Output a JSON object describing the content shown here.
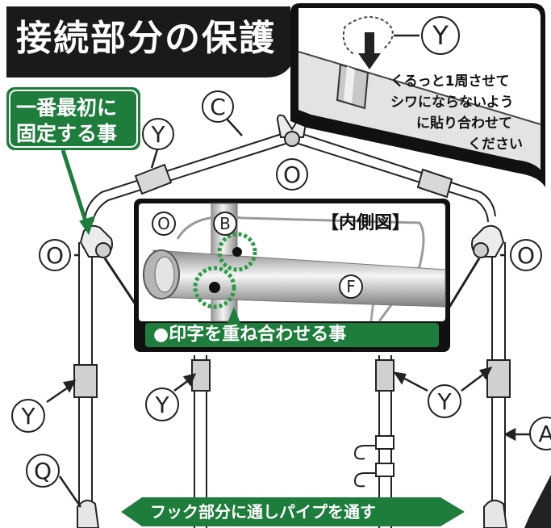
{
  "title": "接続部分の保護",
  "inset_top": {
    "letter": "Y",
    "lines": [
      "くるっと1周させて",
      "シワにならないよう",
      "に貼り合わせて",
      "ください"
    ]
  },
  "note_first": {
    "lines": [
      "一番最初に",
      "固定する事"
    ]
  },
  "inner_view": {
    "title": "【内側図】",
    "label_o": "O",
    "label_b": "B",
    "label_f": "F",
    "caption": "●印字を重ね合わせる事"
  },
  "labels": {
    "c": "C",
    "o": "O",
    "y": "Y",
    "q": "Q",
    "a": "A"
  },
  "banner_bottom": "フック部分に通しパイプを通す",
  "colors": {
    "green": "#1e7d3c",
    "black": "#1a1a1a",
    "pipe": "#cfcfcf"
  }
}
